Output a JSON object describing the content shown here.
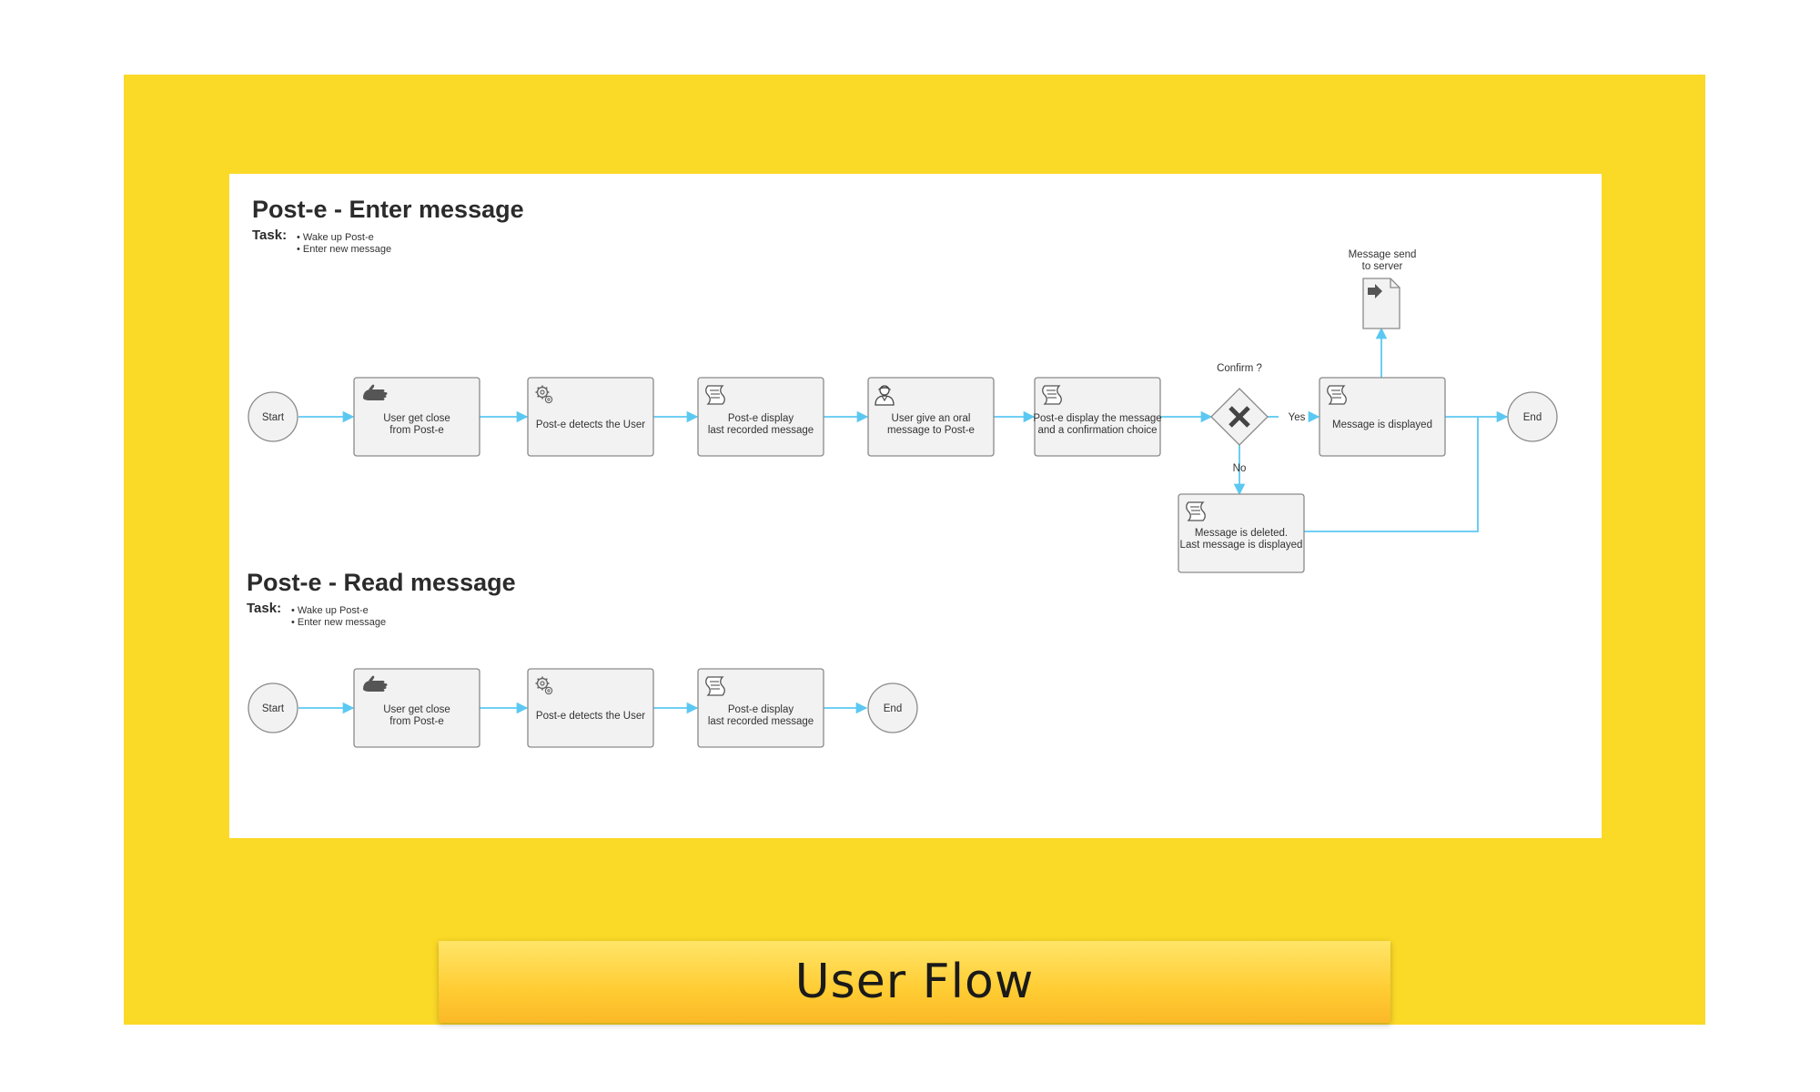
{
  "colors": {
    "frame_background": "#FBD927",
    "panel_background": "#FFFFFF",
    "flow_line": "#5BC8F2",
    "node_fill": "#F2F2F2",
    "node_border": "#8A8A8A",
    "banner_gradient_top": "#FFE568",
    "banner_gradient_bottom": "#FBB928"
  },
  "enter_section": {
    "title": "Post-e - Enter message",
    "task_label": "Task:",
    "task_items": [
      "• Wake up Post-e",
      "• Enter new message"
    ],
    "start_label": "Start",
    "end_label": "End",
    "steps": [
      {
        "lines": [
          "User get close",
          "from Post-e"
        ],
        "icon": "hand-icon"
      },
      {
        "lines": [
          "Post-e detects the User"
        ],
        "icon": "gears-icon"
      },
      {
        "lines": [
          "Post-e display",
          "last recorded message"
        ],
        "icon": "script-icon"
      },
      {
        "lines": [
          "User give an oral",
          "message to Post-e"
        ],
        "icon": "user-icon"
      },
      {
        "lines": [
          "Post-e display the message",
          "and a confirmation choice"
        ],
        "icon": "script-icon"
      }
    ],
    "gateway": {
      "label": "Confirm ?",
      "icon": "exclusive-gateway-x-icon"
    },
    "yes_label": "Yes",
    "no_label": "No",
    "yes_step": {
      "lines": [
        "Message is displayed"
      ],
      "icon": "script-icon"
    },
    "no_step": {
      "lines": [
        "Message is deleted.",
        "Last message is displayed"
      ],
      "icon": "script-icon"
    },
    "server_document": {
      "lines": [
        "Message  send",
        "to server"
      ],
      "icon": "send-document-icon"
    }
  },
  "read_section": {
    "title": "Post-e - Read message",
    "task_label": "Task:",
    "task_items": [
      "• Wake up Post-e",
      "• Enter new message"
    ],
    "start_label": "Start",
    "end_label": "End",
    "steps": [
      {
        "lines": [
          "User get close",
          "from Post-e"
        ],
        "icon": "hand-icon"
      },
      {
        "lines": [
          "Post-e detects the User"
        ],
        "icon": "gears-icon"
      },
      {
        "lines": [
          "Post-e display",
          "last recorded message"
        ],
        "icon": "script-icon"
      }
    ]
  },
  "footer": {
    "title": "User Flow"
  }
}
